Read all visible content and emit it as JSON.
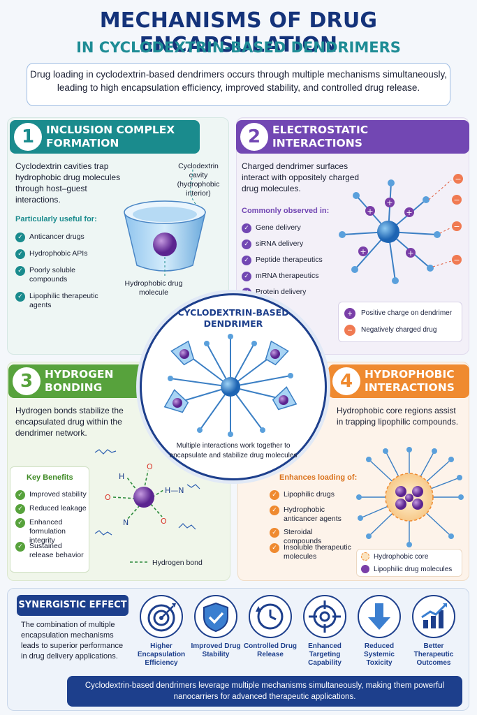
{
  "title": "MECHANISMS OF DRUG ENCAPSULATION",
  "subtitle": "IN CYCLODEXTRIN-BASED DENDRIMERS",
  "intro": "Drug loading in cyclodextrin-based dendrimers occurs through multiple mechanisms simultaneously, leading to high encapsulation efficiency, improved stability, and controlled drug release.",
  "panel1": {
    "number": "1",
    "title_line1": "INCLUSION COMPLEX",
    "title_line2": "FORMATION",
    "body": "Cyclodextrin cavities trap hydrophobic drug molecules through host–guest interactions.",
    "sub": "Particularly useful for:",
    "items": [
      "Anticancer drugs",
      "Hydrophobic APIs",
      "Poorly soluble compounds",
      "Lipophilic therapeutic agents"
    ],
    "cavity_label": "Cyclodextrin cavity (hydrophobic interior)",
    "drug_label": "Hydrophobic drug molecule"
  },
  "panel2": {
    "number": "2",
    "title_line1": "ELECTROSTATIC",
    "title_line2": "INTERACTIONS",
    "body": "Charged dendrimer surfaces interact with oppositely charged drug molecules.",
    "sub": "Commonly observed in:",
    "items": [
      "Gene delivery",
      "siRNA delivery",
      "Peptide therapeutics",
      "mRNA therapeutics",
      "Protein delivery"
    ],
    "legend_pos": "Positive charge on dendrimer",
    "legend_neg": "Negatively charged drug",
    "plus": "+",
    "minus": "−"
  },
  "center": {
    "title_line1": "CYCLODEXTRIN-BASED",
    "title_line2": "DENDRIMER",
    "caption": "Multiple interactions work together to encapsulate and stabilize drug molecules"
  },
  "panel3": {
    "number": "3",
    "title_line1": "HYDROGEN",
    "title_line2": "BONDING",
    "body": "Hydrogen bonds stabilize the encapsulated drug within the dendrimer network.",
    "sub": "Key Benefits",
    "items": [
      "Improved stability",
      "Reduced leakage",
      "Enhanced formulation integrity",
      "Sustained release behavior"
    ],
    "legend": "Hydrogen bond",
    "atom_h": "H",
    "atom_o": "O",
    "atom_hn": "H—N",
    "atom_n": "N"
  },
  "panel4": {
    "number": "4",
    "title_line1": "HYDROPHOBIC",
    "title_line2": "INTERACTIONS",
    "body": "Hydrophobic core regions assist in trapping lipophilic compounds.",
    "sub": "Enhances loading of:",
    "items": [
      "Lipophilic drugs",
      "Hydrophobic anticancer agents",
      "Steroidal compounds",
      "Insoluble therapeutic molecules"
    ],
    "legend_core": "Hydrophobic core",
    "legend_drug": "Lipophilic drug molecules"
  },
  "synergy": {
    "header": "SYNERGISTIC EFFECT",
    "text": "The combination of multiple encapsulation mechanisms leads to superior performance in drug delivery applications.",
    "benefits": [
      {
        "label": "Higher Encapsulation Efficiency",
        "icon": "target-icon"
      },
      {
        "label": "Improved Drug Stability",
        "icon": "shield-check-icon"
      },
      {
        "label": "Controlled Drug Release",
        "icon": "clock-icon"
      },
      {
        "label": "Enhanced Targeting Capability",
        "icon": "crosshair-icon"
      },
      {
        "label": "Reduced Systemic Toxicity",
        "icon": "down-arrow-icon"
      },
      {
        "label": "Better Therapeutic Outcomes",
        "icon": "bar-chart-icon"
      }
    ],
    "footer": "Cyclodextrin-based dendrimers leverage multiple mechanisms simultaneously, making them powerful nanocarriers for advanced therapeutic applications."
  },
  "colors": {
    "navy": "#14337a",
    "teal": "#1a8b8d",
    "purple": "#7247b3",
    "green": "#57a23c",
    "orange": "#ef8a30",
    "drug": "#7a3fa8"
  }
}
